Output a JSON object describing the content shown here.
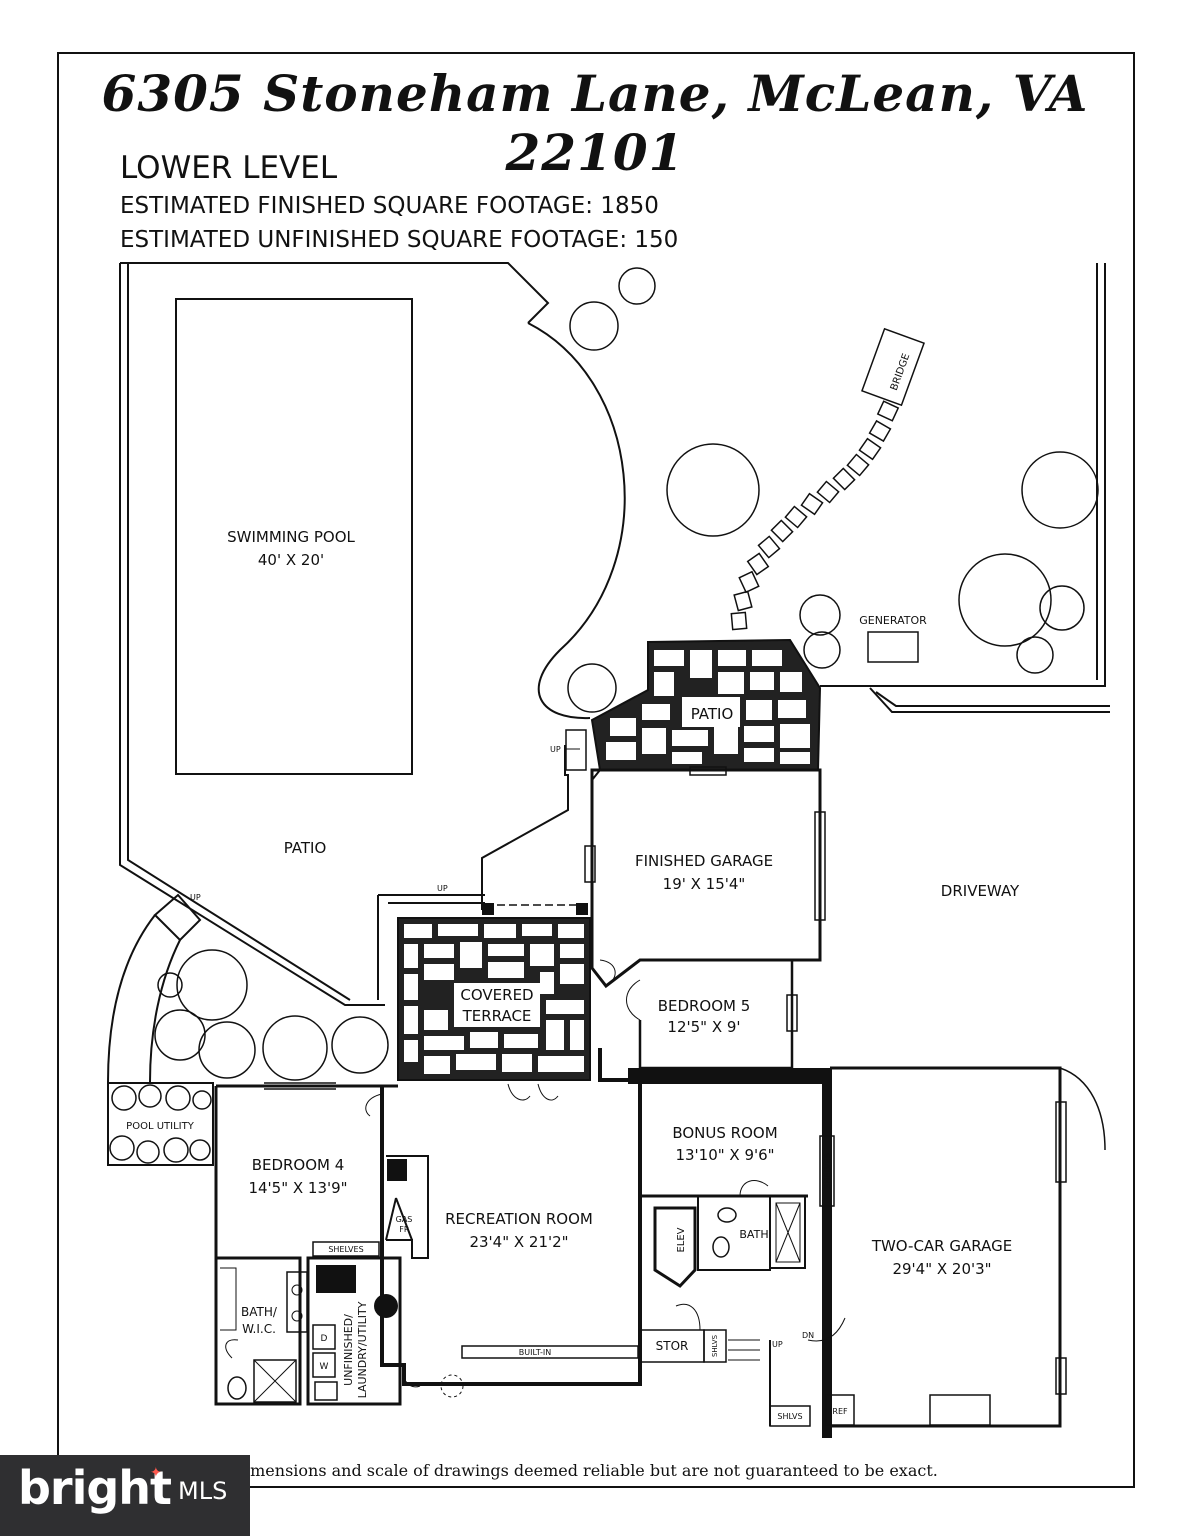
{
  "header": {
    "address": "6305 Stoneham Lane, McLean, VA 22101",
    "level": "LOWER LEVEL",
    "finished_sqft": "ESTIMATED FINISHED SQUARE FOOTAGE: 1850",
    "unfinished_sqft": "ESTIMATED UNFINISHED SQUARE FOOTAGE: 150"
  },
  "rooms": {
    "pool": {
      "name": "SWIMMING POOL",
      "dims": "40' X 20'"
    },
    "patio_main": {
      "name": "PATIO"
    },
    "patio_upper": {
      "name": "PATIO"
    },
    "driveway": {
      "name": "DRIVEWAY"
    },
    "generator": {
      "name": "GENERATOR"
    },
    "bridge": {
      "name": "BRIDGE"
    },
    "finished_garage": {
      "name": "FINISHED GARAGE",
      "dims": "19' X 15'4\""
    },
    "covered_terrace": {
      "name1": "COVERED",
      "name2": "TERRACE"
    },
    "bedroom5": {
      "name": "BEDROOM 5",
      "dims": "12'5\" X 9'"
    },
    "bonus_room": {
      "name": "BONUS ROOM",
      "dims": "13'10\" X 9'6\""
    },
    "pool_utility": {
      "name": "POOL UTILITY"
    },
    "bedroom4": {
      "name": "BEDROOM 4",
      "dims": "14'5\" X 13'9\""
    },
    "recreation_room": {
      "name": "RECREATION ROOM",
      "dims": "23'4\" X 21'2\""
    },
    "two_car_garage": {
      "name": "TWO-CAR GARAGE",
      "dims": "29'4\" X 20'3\""
    },
    "bath_wic": {
      "name1": "BATH/",
      "name2": "W.I.C."
    },
    "laundry": {
      "name1": "UNFINISHED/",
      "name2": "LAUNDRY/UTILITY"
    },
    "bath": {
      "name": "BATH"
    },
    "elev": {
      "name": "ELEV"
    },
    "stor": {
      "name": "STOR"
    },
    "gas_fp": {
      "name1": "GAS",
      "name2": "FP"
    }
  },
  "labels": {
    "up": "UP",
    "dn": "DN",
    "shelves": "SHELVES",
    "shlvs": "SHLVS",
    "built_in": "BUILT-IN",
    "ref": "REF",
    "d": "D",
    "w": "W"
  },
  "footer": {
    "disclaimer": "imensions and scale of drawings deemed reliable but are not guaranteed to be exact.",
    "brand": "bright",
    "brand_suffix": "MLS"
  }
}
